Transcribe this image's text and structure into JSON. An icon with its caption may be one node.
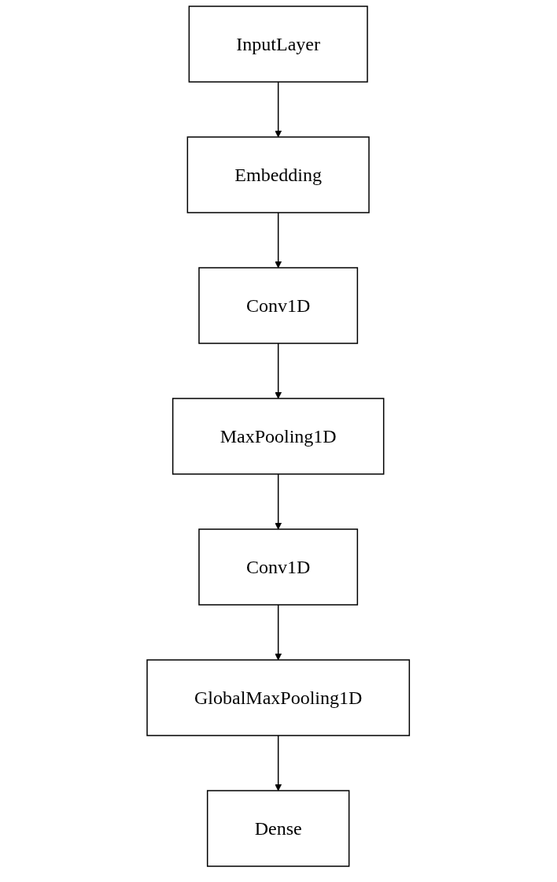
{
  "diagram": {
    "nodes": [
      {
        "text": [
          "InputLayer"
        ]
      },
      {
        "text": [
          "Embedding"
        ]
      },
      {
        "text": [
          "Conv1D"
        ]
      },
      {
        "text": [
          "MaxPooling1D"
        ]
      },
      {
        "text": [
          "Conv1D"
        ]
      },
      {
        "text": [
          "GlobalMaxPooling1D"
        ]
      },
      {
        "text": [
          "Dense"
        ]
      }
    ],
    "edges": [
      {
        "from": 0,
        "to": 1,
        "arrow": "to"
      },
      {
        "from": 1,
        "to": 2,
        "arrow": "to"
      },
      {
        "from": 2,
        "to": 3,
        "arrow": "to"
      },
      {
        "from": 3,
        "to": 4,
        "arrow": "to"
      },
      {
        "from": 4,
        "to": 5,
        "arrow": "to"
      },
      {
        "from": 5,
        "to": 6,
        "arrow": "to"
      }
    ]
  }
}
